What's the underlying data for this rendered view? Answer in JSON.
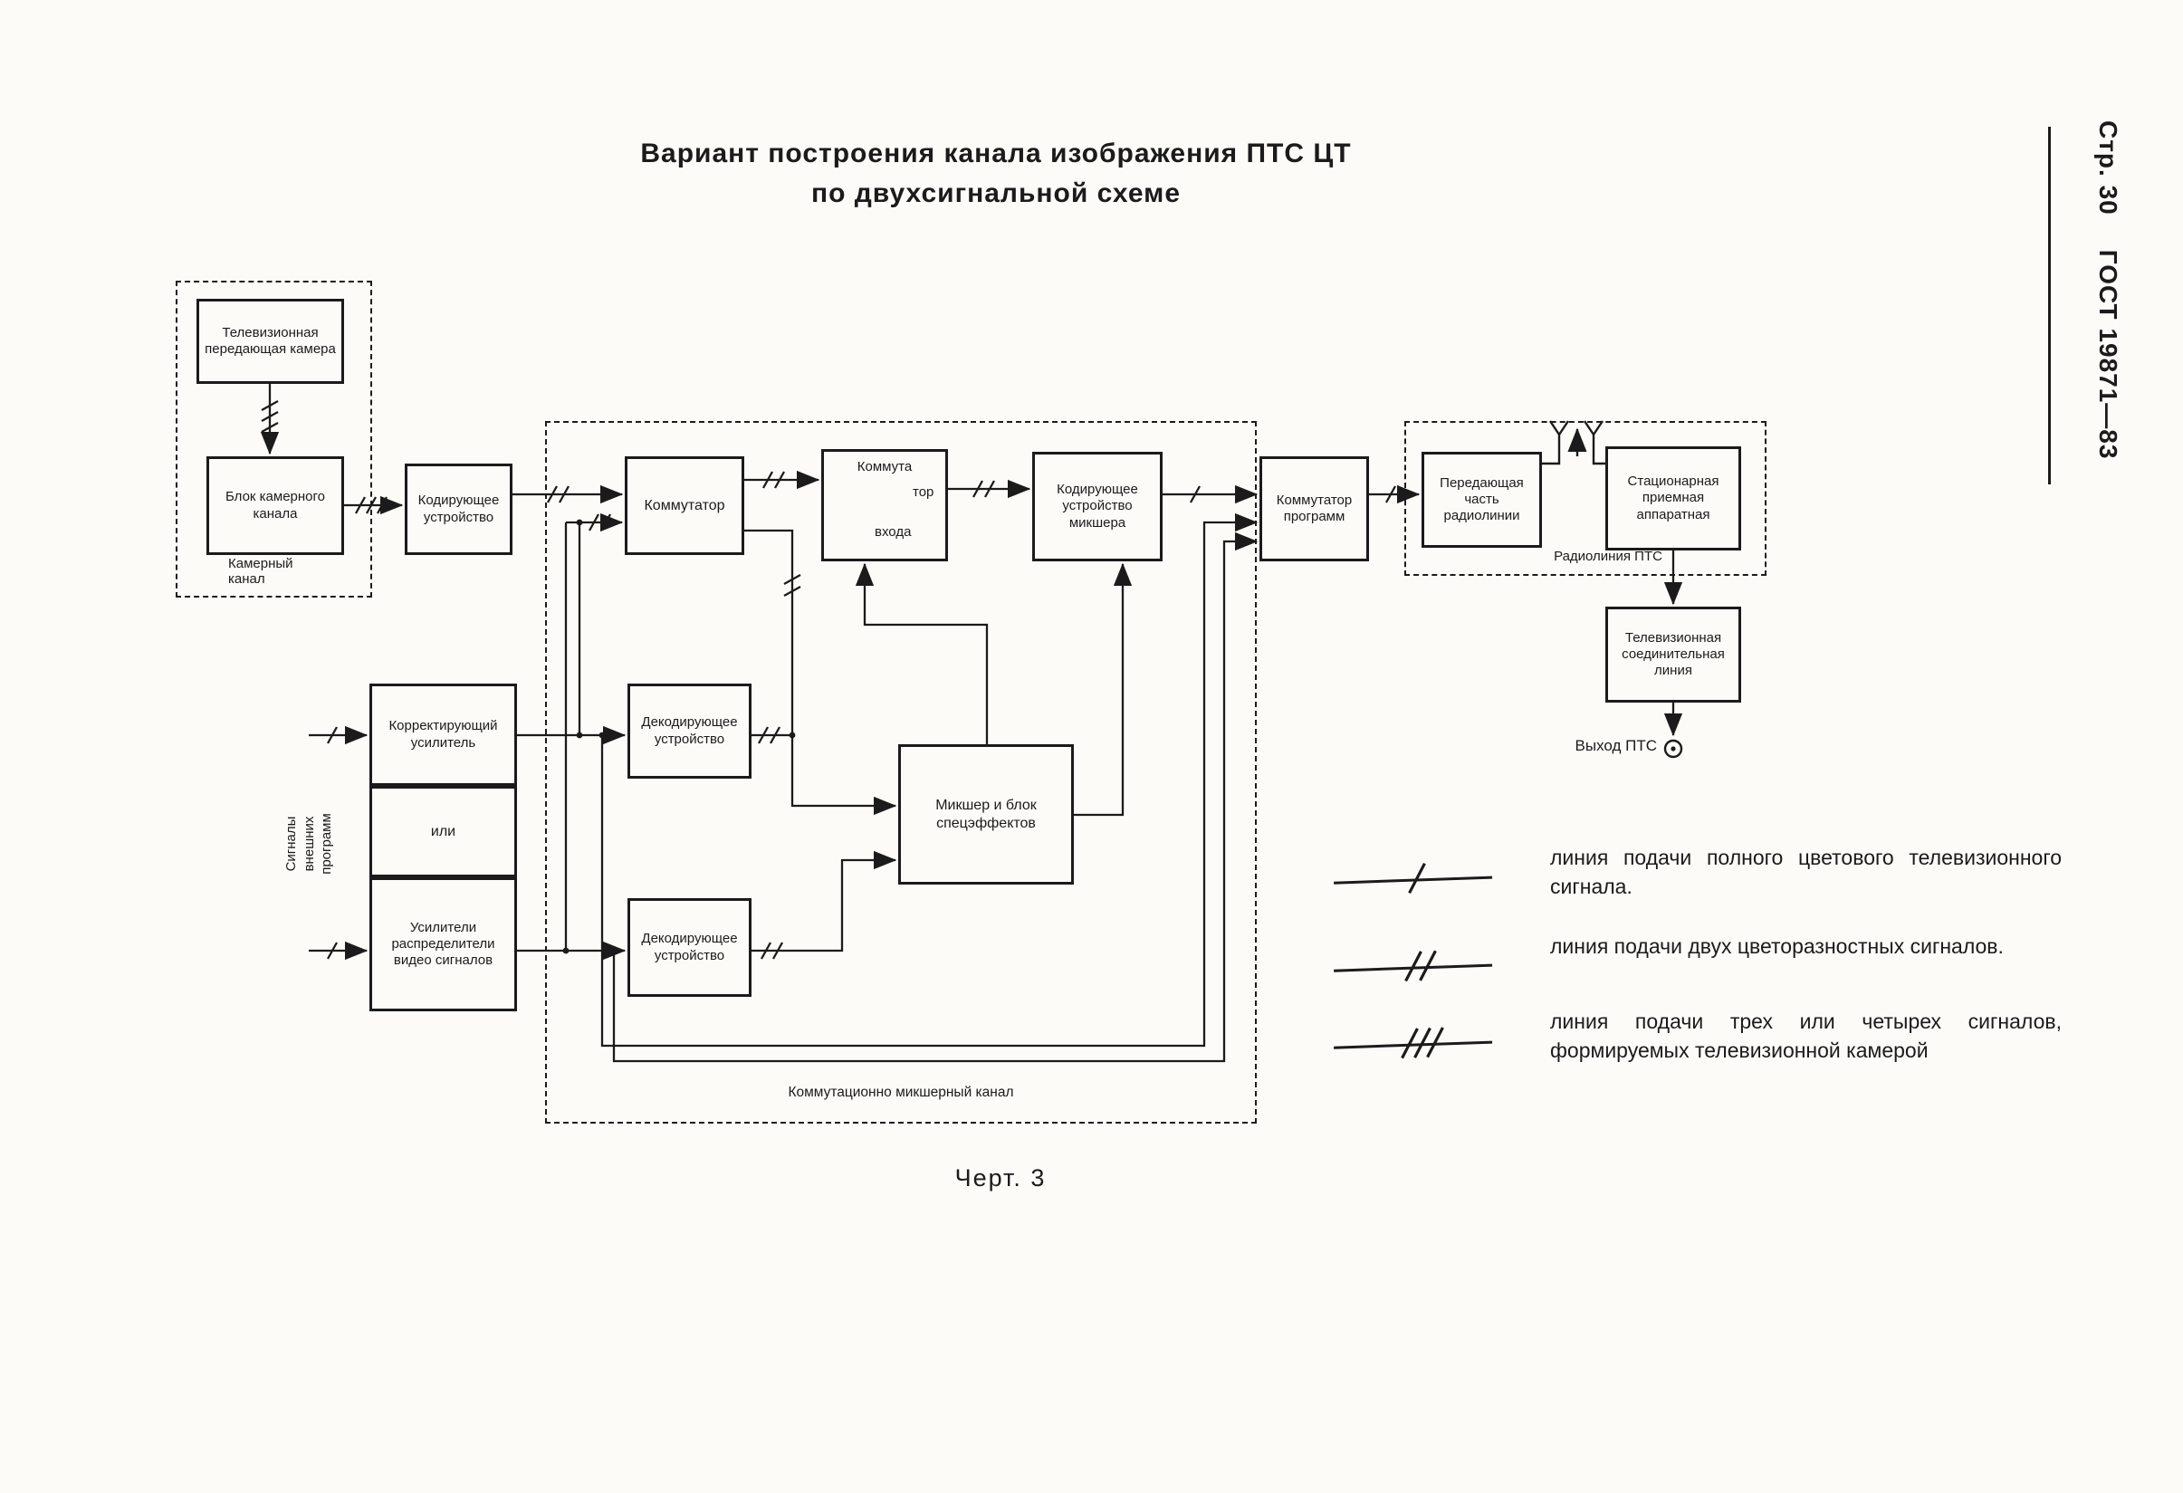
{
  "page": {
    "title_line1": "Вариант построения канала изображения ПТС ЦТ",
    "title_line2": "по двухсигнальной схеме",
    "caption": "Черт. 3"
  },
  "margin": {
    "page_label": "Стр. 30",
    "standard_label": "ГОСТ 19871—83"
  },
  "blocks": {
    "camera": "Телевизионная передающая камера",
    "camera_block": "Блок камерного канала",
    "camera_channel_label": "Камерный канал",
    "encoder": "Кодирующее устройство",
    "switcher": "Коммутатор",
    "input_switch_line1": "Коммута",
    "input_switch_line2": "тор",
    "input_switch_line3": "входа",
    "mixer_encoder": "Кодирующее устройство микшера",
    "program_switcher": "Коммутатор программ",
    "radio_tx": "Передающая часть радиолинии",
    "radio_rx": "Стационарная приемная аппаратная",
    "radio_link_label": "Радиолиния ПТС",
    "tv_line": "Телевизионная соединительная линия",
    "output_label": "Выход ПТС",
    "corrective_amp": "Корректирующий усилитель",
    "or_label": "или",
    "dist_amp": "Усилители распределители видео сигналов",
    "decoder_upper": "Декодирующее устройство",
    "decoder_lower": "Декодирующее устройство",
    "fx_mixer": "Микшер и блок спецэффектов",
    "external_signals_label": "Сигналы внешних программ",
    "mixer_channel_label": "Коммутационно микшерный канал"
  },
  "legend": [
    {
      "name": "single-slash",
      "text": "линия подачи полного цветового телевизионного сигнала."
    },
    {
      "name": "double-slash",
      "text": "линия подачи двух цветоразностных сигналов."
    },
    {
      "name": "triple-slash",
      "text": "линия подачи трех или четырех сигналов, формируемых телевизионной камерой"
    }
  ]
}
